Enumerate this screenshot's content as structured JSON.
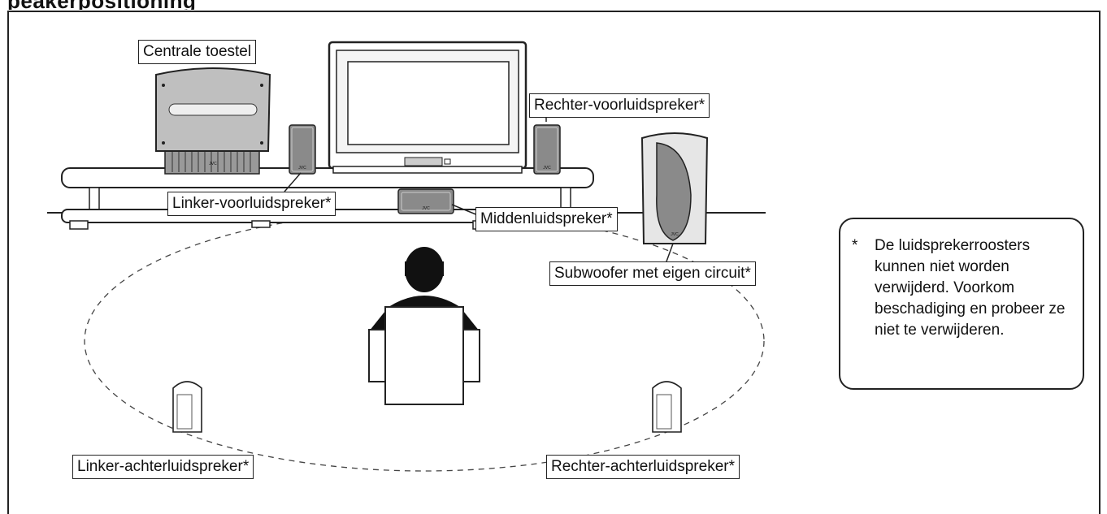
{
  "title_fragment": "peakerpositioning",
  "labels": {
    "central_unit": "Centrale toestel",
    "front_right": "Rechter-voorluidspreker*",
    "front_left": "Linker-voorluidspreker*",
    "center": "Middenluidspreker*",
    "subwoofer": "Subwoofer met eigen circuit*",
    "rear_left": "Linker-achterluidspreker*",
    "rear_right": "Rechter-achterluidspreker*"
  },
  "note": {
    "marker": "*",
    "text": "De luidsprekerroosters kunnen niet worden verwijderd. Voorkom beschadiging en probeer ze niet te verwijderen."
  },
  "brand": "JVC",
  "colors": {
    "line": "#222222",
    "speaker_gray": "#8a8a8a",
    "light_gray": "#d4d4d4"
  }
}
